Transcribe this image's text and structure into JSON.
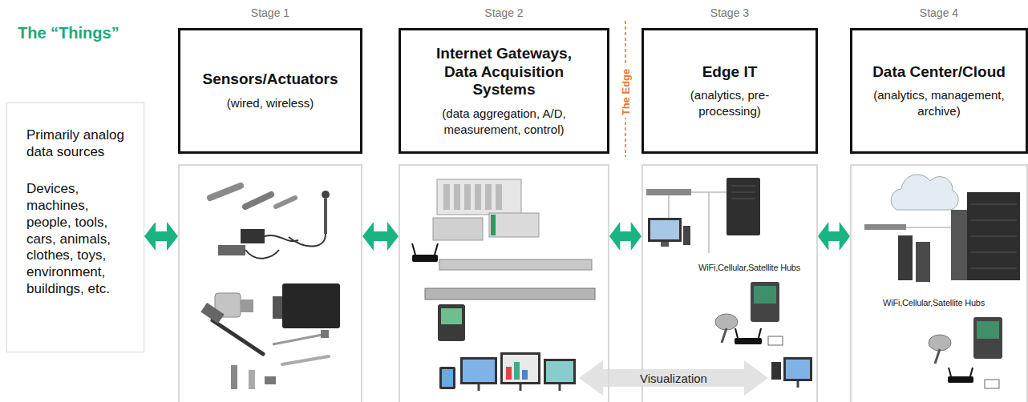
{
  "diagram": {
    "nodes": [
      {
        "text": [
          "The “Things”",
          "Primarily analog data sources",
          "Devices, machines, people, tools, cars, animals, clothes, toys, environment, buildings, etc."
        ]
      },
      {
        "text": [
          "Stage 1",
          "Sensors/Actuators",
          "(wired, wireless)"
        ]
      },
      {
        "text": [
          "Stage 2",
          "Internet Gateways, Data Acquisition Systems",
          "(data aggregation, A/D, measurement, control)"
        ]
      },
      {
        "text": [
          "Stage 3",
          "Edge IT",
          "(analytics, pre-processing)",
          "WiFi,Cellular,Satellite Hubs"
        ]
      },
      {
        "text": [
          "Stage 4",
          "Data Center/Cloud",
          "(analytics, management, archive)",
          "WiFi,Cellular,Satellite Hubs"
        ]
      }
    ],
    "edges": [
      {
        "from": 0,
        "to": 1,
        "arrow": "both"
      },
      {
        "from": 1,
        "to": 2,
        "arrow": "both"
      },
      {
        "from": 2,
        "to": 3,
        "arrow": "both"
      },
      {
        "from": 3,
        "to": 4,
        "arrow": "both"
      }
    ],
    "labels": [
      "The Edge",
      "Visualization"
    ]
  }
}
